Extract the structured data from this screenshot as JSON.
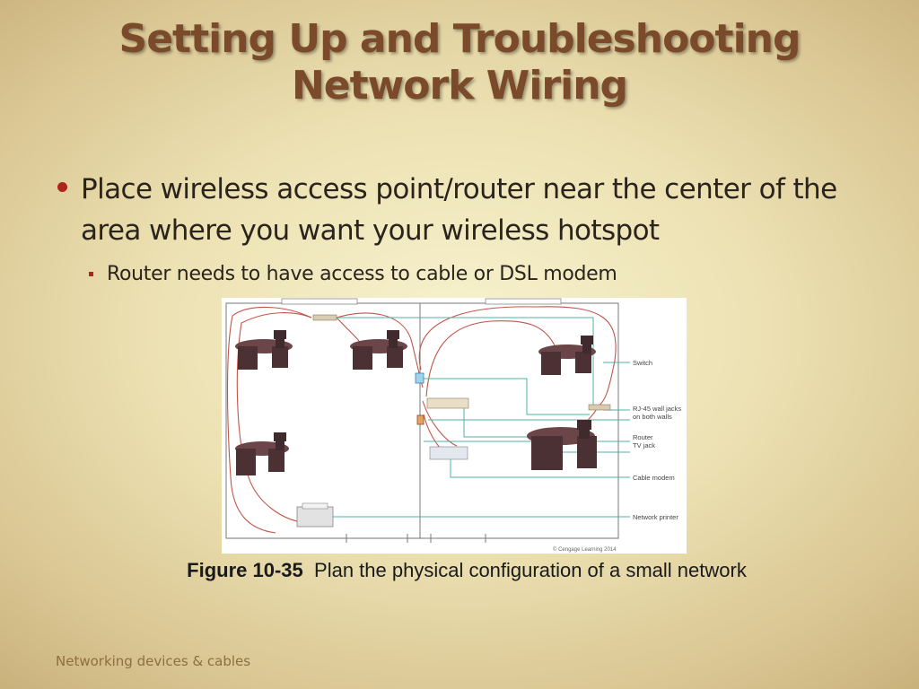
{
  "slide": {
    "title_line1": "Setting Up and Troubleshooting",
    "title_line2": "Network Wiring",
    "bullet1": "Place wireless access point/router near the center of the area where you want your wireless hotspot",
    "subbullet1": "Router needs to have access to cable or DSL modem",
    "footer": "Networking devices & cables"
  },
  "figure": {
    "labels": {
      "switch": "Switch",
      "jacks_line1": "RJ-45 wall jacks",
      "jacks_line2": "on both walls",
      "router": "Router",
      "tv_jack": "TV jack",
      "cable_modem": "Cable modem",
      "network_printer": "Network printer"
    },
    "copyright": "© Cengage Learning 2014",
    "caption_label": "Figure 10-35",
    "caption_text": "Plan the physical configuration of a small network"
  },
  "colors": {
    "title": "#7a4a2a",
    "bullet": "#b0241e",
    "cable_red": "#c0564a",
    "cable_teal": "#4fb3a6",
    "desk": "#5a3a3e"
  }
}
